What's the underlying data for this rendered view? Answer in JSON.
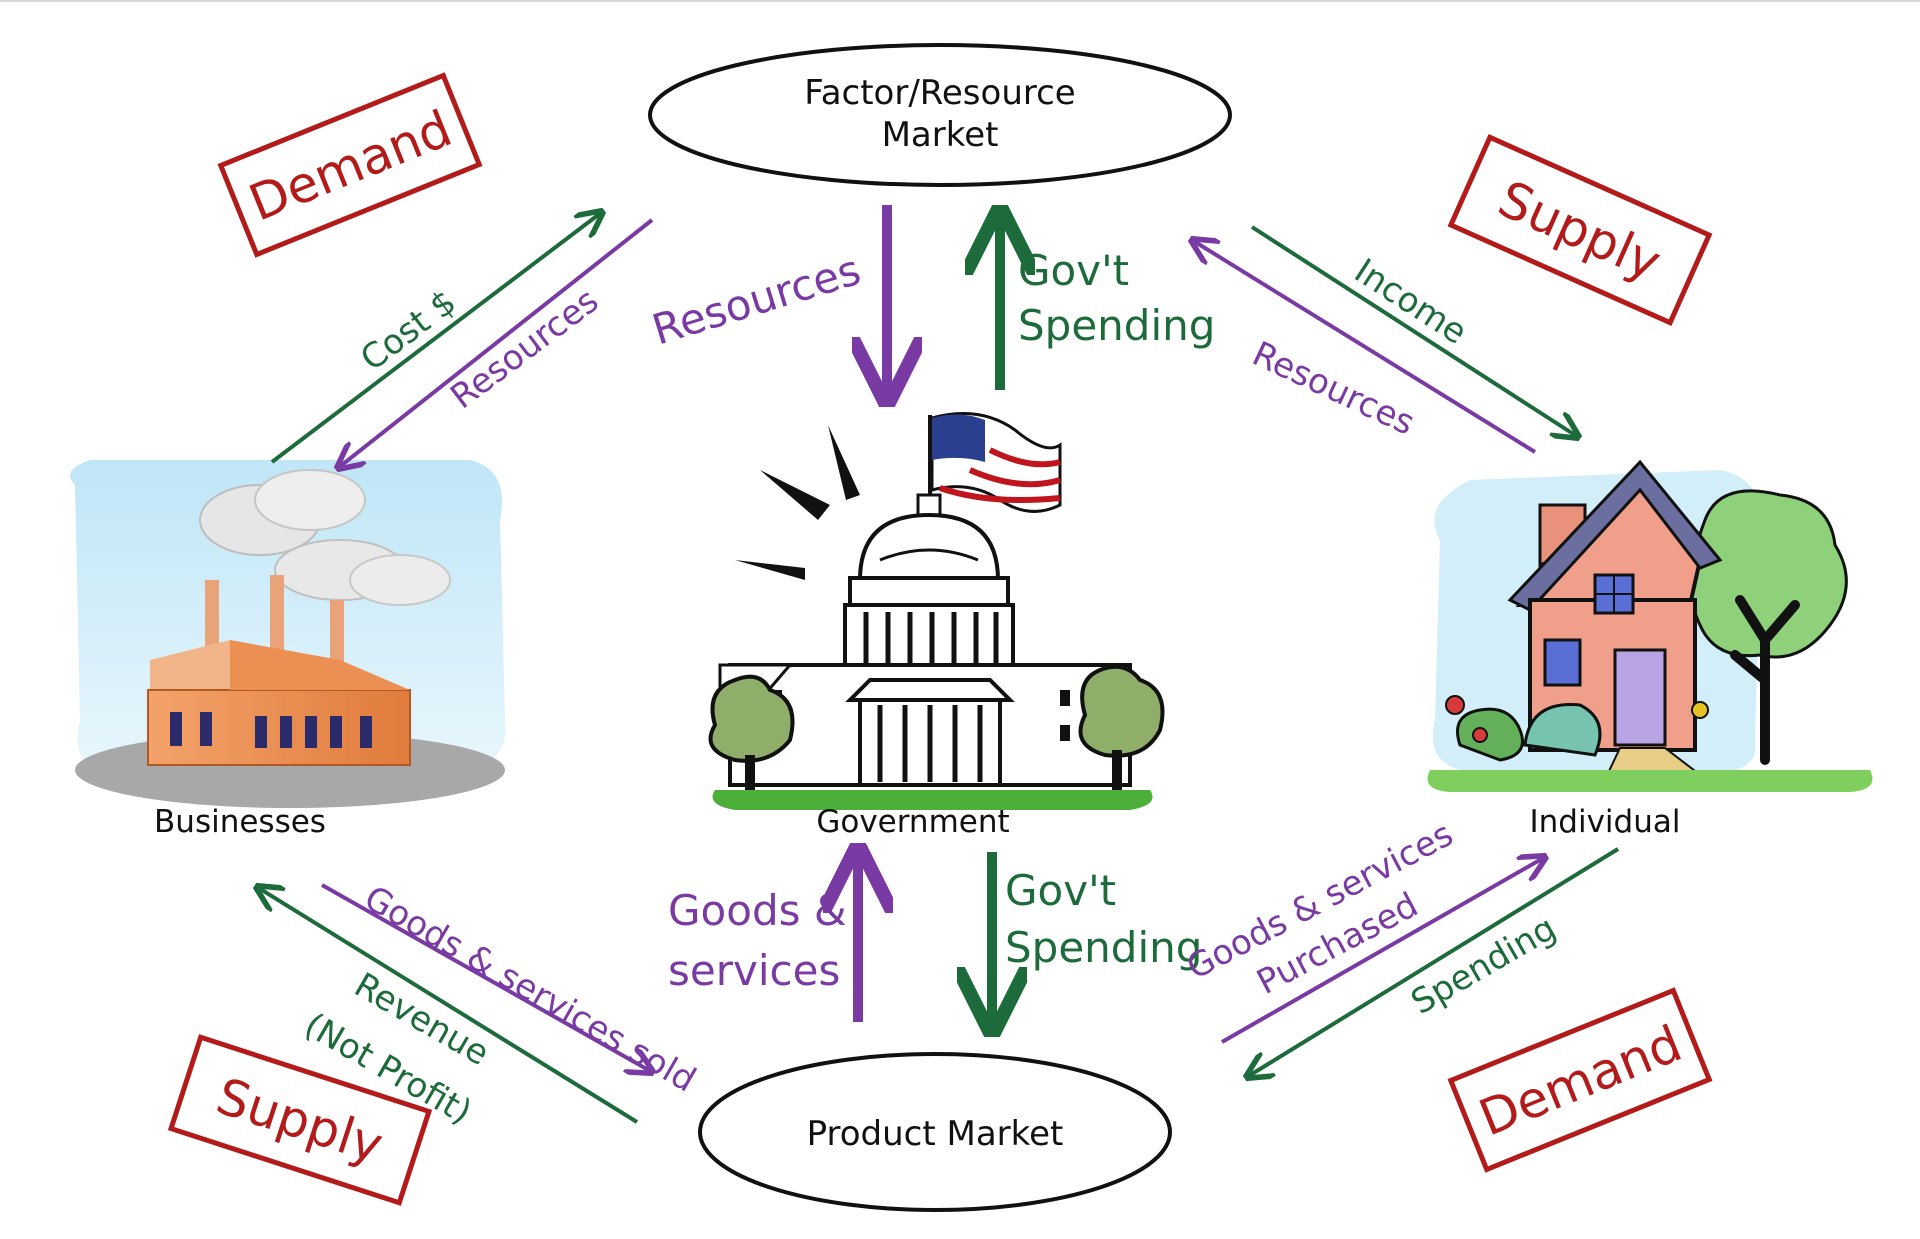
{
  "colors": {
    "purple": "#7a3aa3",
    "green": "#1d6b3a",
    "red": "#b31b1b",
    "black": "#111111"
  },
  "markets": {
    "factor_line1": "Factor/Resource",
    "factor_line2": "Market",
    "product": "Product Market"
  },
  "nodes": {
    "businesses": "Businesses",
    "government": "Government",
    "individual": "Individual"
  },
  "stamps": {
    "demand_top_left": "Demand",
    "supply_top_right": "Supply",
    "supply_bottom_left": "Supply",
    "demand_bottom_right": "Demand"
  },
  "flows": {
    "cost": "Cost $",
    "resources_business": "Resources",
    "resources_center": "Resources",
    "govt_spending_top_line1": "Gov't",
    "govt_spending_top_line2": "Spending",
    "income": "Income",
    "resources_individual": "Resources",
    "goods_sold": "Goods & services sold",
    "revenue_line1": "Revenue",
    "revenue_line2": "(Not Profit)",
    "goods_center_line1": "Goods &",
    "goods_center_line2": "services",
    "govt_spending_bottom_line1": "Gov't",
    "govt_spending_bottom_line2": "Spending",
    "goods_purchased_line1": "Goods & services",
    "goods_purchased_line2": "Purchased",
    "spending": "Spending"
  },
  "icons": {
    "businesses": "factory-icon",
    "government": "capitol-building-icon",
    "individual": "house-icon"
  }
}
